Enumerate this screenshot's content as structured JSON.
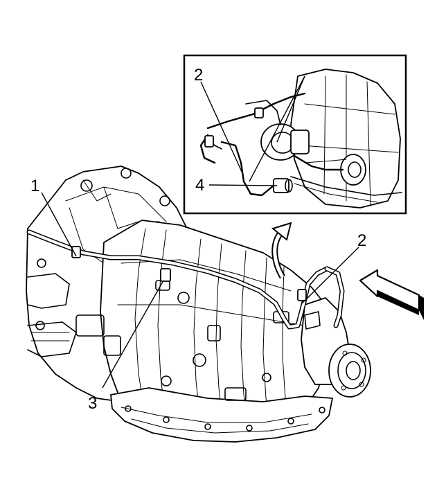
{
  "callouts": {
    "c1": "1",
    "c2_main": "2",
    "c3": "3",
    "c2_inset": "2",
    "c4": "4"
  },
  "colors": {
    "line": "#000000",
    "background": "#ffffff"
  }
}
